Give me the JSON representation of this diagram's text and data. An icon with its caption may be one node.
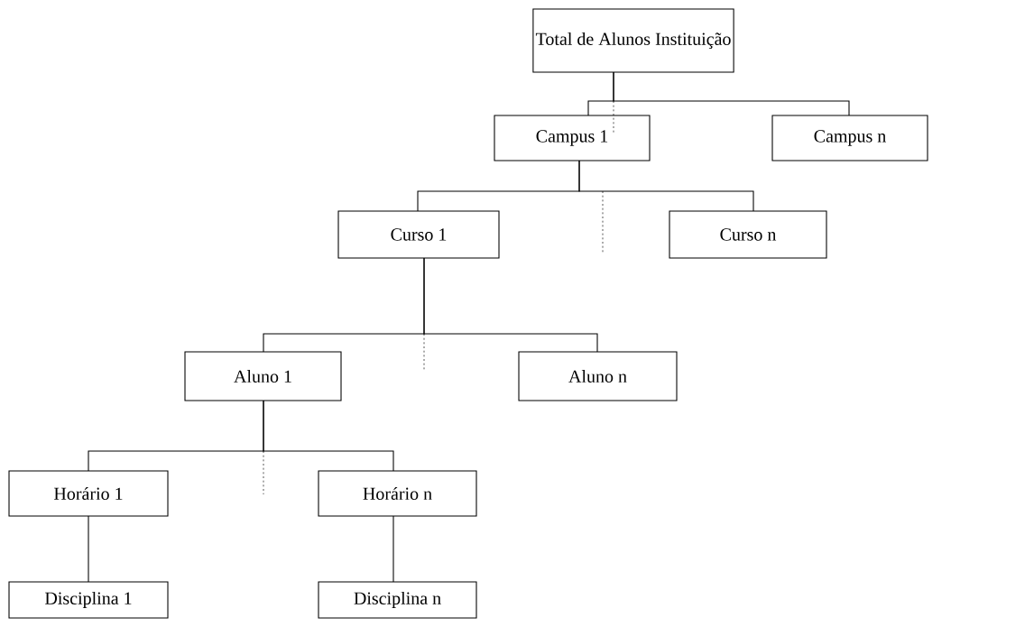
{
  "diagram": {
    "nodes": [
      {
        "text": [
          "Total de Alunos Instituição"
        ]
      },
      {
        "text": [
          "Campus 1"
        ]
      },
      {
        "text": [
          "Campus n"
        ]
      },
      {
        "text": [
          "Curso 1"
        ]
      },
      {
        "text": [
          "Curso n"
        ]
      },
      {
        "text": [
          "Aluno 1"
        ]
      },
      {
        "text": [
          "Aluno n"
        ]
      },
      {
        "text": [
          "Horário 1"
        ]
      },
      {
        "text": [
          "Horário n"
        ]
      },
      {
        "text": [
          "Disciplina 1"
        ]
      },
      {
        "text": [
          "Disciplina n"
        ]
      }
    ],
    "edges": [
      {
        "from": 0,
        "to": 1,
        "arrow": "none"
      },
      {
        "from": 0,
        "to": 2,
        "arrow": "none"
      },
      {
        "from": 1,
        "to": 3,
        "arrow": "none"
      },
      {
        "from": 1,
        "to": 4,
        "arrow": "none"
      },
      {
        "from": 3,
        "to": 5,
        "arrow": "none"
      },
      {
        "from": 3,
        "to": 6,
        "arrow": "none"
      },
      {
        "from": 5,
        "to": 7,
        "arrow": "none"
      },
      {
        "from": 5,
        "to": 8,
        "arrow": "none"
      },
      {
        "from": 7,
        "to": 9,
        "arrow": "none"
      },
      {
        "from": 8,
        "to": 10,
        "arrow": "none"
      }
    ]
  }
}
